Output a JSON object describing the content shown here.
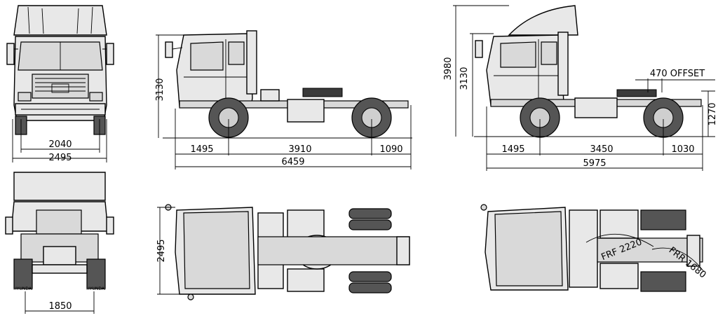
{
  "front_view": {
    "track_width": "2040",
    "overall_width": "2495"
  },
  "rear_view": {
    "rear_track": "1850",
    "badge_left": "HYUNDAI",
    "badge_right": "HYUNDAI"
  },
  "side_view_a": {
    "height": "3130",
    "front_overhang": "1495",
    "wheelbase": "3910",
    "rear_overhang": "1090",
    "overall_length": "6459"
  },
  "side_view_b": {
    "overall_height": "3980",
    "cab_height": "3130",
    "fifth_wheel_offset": "470 OFFSET",
    "fifth_wheel_height": "1270",
    "front_overhang": "1495",
    "wheelbase": "3450",
    "rear_overhang": "1030",
    "overall_length": "5975"
  },
  "top_view_a": {
    "width": "2495"
  },
  "top_view_b": {
    "front_turn_radius": "FRF 2220",
    "rear_turn_radius": "FRR 1680"
  }
}
